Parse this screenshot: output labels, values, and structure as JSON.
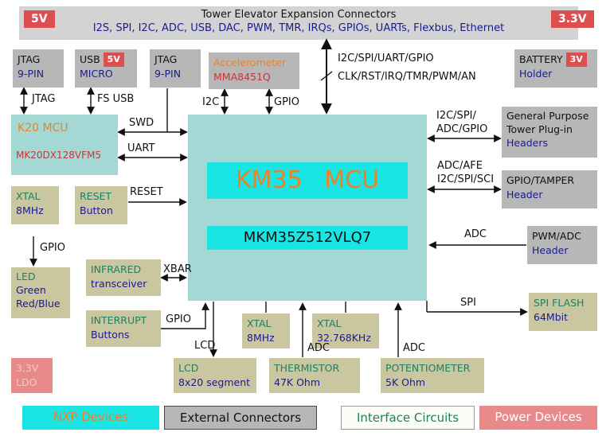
{
  "banner": {
    "badge_left": "5V",
    "title": "Tower Elevator Expansion Connectors",
    "protocols": "I2S, SPI, I2C, ADC, USB, DAC, PWM, TMR, IRQs, GPIOs, UARTs, Flexbus, Ethernet",
    "badge_right": "3.3V"
  },
  "boxes": {
    "jtag_top": {
      "line1": "JTAG",
      "line2": "9-PIN"
    },
    "usb": {
      "line1": "USB",
      "badge": "5V",
      "line2": "MICRO"
    },
    "jtag_mid": {
      "line1": "JTAG",
      "line2": "9-PIN"
    },
    "accelerometer": {
      "line1": "Accelerometer",
      "line2": "MMA8451Q"
    },
    "battery": {
      "line1": "BATTERY",
      "badge": "3V",
      "line2": "Holder"
    },
    "k20": {
      "title": "K20 MCU",
      "part": "MK20DX128VFM5"
    },
    "km35": {
      "title": "KM35 MCU",
      "part": "MKM35Z512VLQ7"
    },
    "xtal_left": {
      "line1": "XTAL",
      "line2": "8MHz"
    },
    "reset_button": {
      "line1": "RESET",
      "line2": "Button"
    },
    "general_purpose": {
      "line1": "General Purpose",
      "line2": "Tower Plug-in",
      "line3": "Headers"
    },
    "gpio_tamper": {
      "line1": "GPIO/TAMPER",
      "line2": "Header"
    },
    "pwm_adc": {
      "line1": "PWM/ADC",
      "line2": "Header"
    },
    "spi_flash": {
      "line1": "SPI FLASH",
      "line2": "64Mbit"
    },
    "led": {
      "line1": "LED",
      "line2": "Green",
      "line3": "Red/Blue"
    },
    "infrared": {
      "line1": "INFRARED",
      "line2": "transceiver"
    },
    "interrupt": {
      "line1": "INTERRUPT",
      "line2": "Buttons"
    },
    "lcd": {
      "line1": "LCD",
      "line2": "8x20 segment"
    },
    "xtal_mid": {
      "line1": "XTAL",
      "line2": "8MHz"
    },
    "xtal_32k": {
      "line1": "XTAL",
      "line2": "32.768KHz"
    },
    "thermistor": {
      "line1": "THERMISTOR",
      "line2": "47K Ohm"
    },
    "potentiometer": {
      "line1": "POTENTIOMETER",
      "line2": "5K Ohm"
    },
    "ldo": {
      "line1": "3.3V",
      "line2": "LDO"
    }
  },
  "wire_labels": {
    "jtag": "JTAG",
    "fs_usb": "FS USB",
    "swd": "SWD",
    "uart": "UART",
    "reset": "RESET",
    "i2c": "I2C",
    "gpio_accel": "GPIO",
    "top_bus_line1": "I2C/SPI/UART/GPIO",
    "top_bus_line2": "CLK/RST/IRQ/TMR/PWM/AN",
    "tower_bus_line1": "I2C/SPI/",
    "tower_bus_line2": "ADC/GPIO",
    "tamper_bus_line1": "ADC/AFE",
    "tamper_bus_line2": "I2C/SPI/SCI",
    "adc_pwm": "ADC",
    "spi": "SPI",
    "gpio_led": "GPIO",
    "xbar": "XBAR",
    "gpio_interrupt": "GPIO",
    "lcd": "LCD",
    "adc_thermistor": "ADC",
    "adc_potentiometer": "ADC"
  },
  "legend": {
    "nxp": "NXP Devices",
    "external": "External Connectors",
    "interface": "Interface Circuits",
    "power": "Power Devices"
  },
  "colors": {
    "nxp_cyan": "#19e5e5",
    "pale_teal": "#a4d8d5",
    "connector_gray": "#b7b7b7",
    "interface_olive": "#c9c6a0",
    "power_red": "#dd4f4f",
    "power_pink": "#e98a8a",
    "text_navy": "#1b1b8f",
    "text_orange": "#f08122",
    "text_red": "#cc3333",
    "text_green": "#1e8060"
  }
}
